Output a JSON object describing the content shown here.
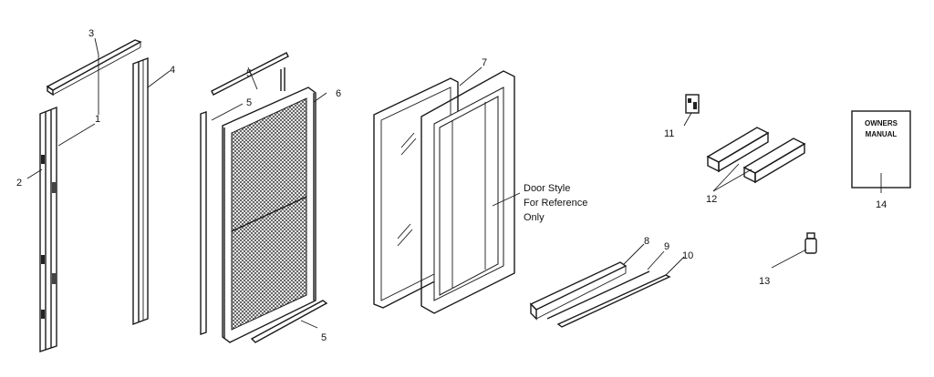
{
  "callouts": {
    "c1": "1",
    "c2": "2",
    "c3": "3",
    "c4": "4",
    "c5a": "5",
    "c5b": "5",
    "c5c": "5",
    "c6": "6",
    "c7": "7",
    "c8": "8",
    "c9": "9",
    "c10": "10",
    "c11": "11",
    "c12": "12",
    "c13": "13",
    "c14": "14"
  },
  "note": {
    "line1": "Door Style",
    "line2": "For Reference",
    "line3": "Only"
  },
  "manual": {
    "line1": "OWNERS",
    "line2": "MANUAL"
  }
}
